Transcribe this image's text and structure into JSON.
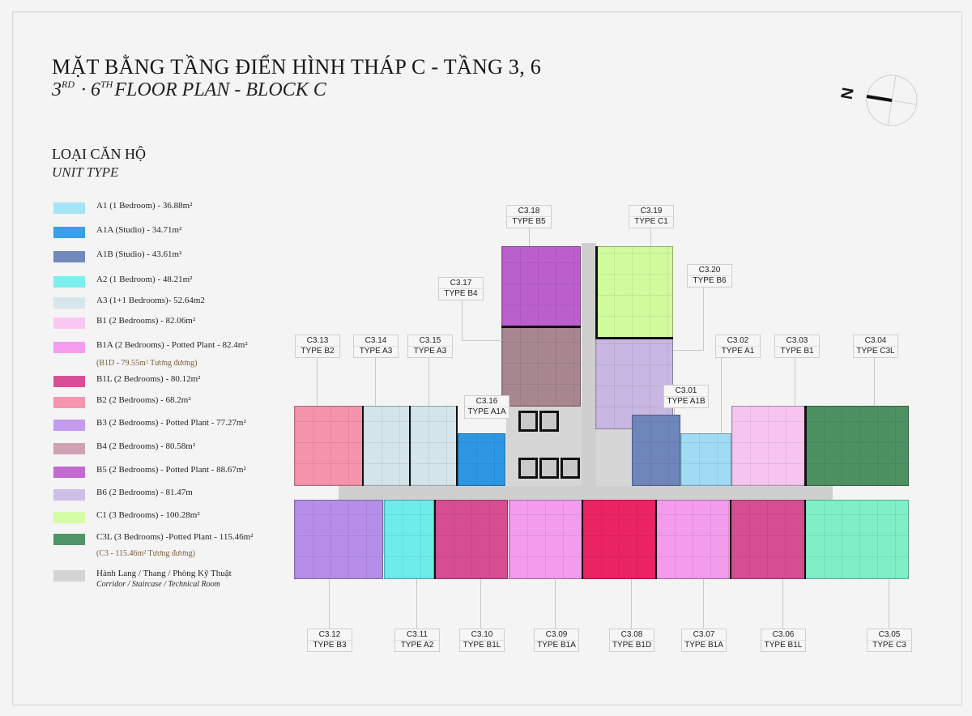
{
  "title": {
    "vi": "MẶT BẰNG TẦNG ĐIỂN HÌNH THÁP C - TẦNG 3, 6",
    "en_prefix_1": "3",
    "en_sup_1": "RD",
    "en_sep": " · ",
    "en_prefix_2": "6",
    "en_sup_2": "TH",
    "en_rest": "FLOOR PLAN - BLOCK C"
  },
  "legend": {
    "heading_vi": "LOẠI CĂN HỘ",
    "heading_en": "UNIT TYPE",
    "items": [
      {
        "code": "A1",
        "label": "A1 (1 Bedroom) - 36.88m²",
        "color": "#a6e4f6"
      },
      {
        "code": "A1A",
        "label": "A1A (Studio) - 34.71m²",
        "color": "#3a9fe6"
      },
      {
        "code": "A1B",
        "label": "A1B (Studio) - 43.61m²",
        "color": "#7289bb"
      },
      {
        "code": "A2",
        "label": "A2 (1 Bedroom) - 48.21m²",
        "color": "#7cefee"
      },
      {
        "code": "A3",
        "label": "A3 (1+1 Bedrooms)- 52.64m2",
        "color": "#d6e6ec"
      },
      {
        "code": "B1",
        "label": "B1 (2 Bedrooms) - 82.06m²",
        "color": "#f9c8f2"
      },
      {
        "code": "B1A",
        "label": "B1A (2 Bedrooms) - Potted Plant - 82.4m²",
        "color": "#f59cef",
        "note": "(B1D - 79.55m² Tương đương)"
      },
      {
        "code": "B1L",
        "label": "B1L (2 Bedrooms) - 80.12m²",
        "color": "#d84f98"
      },
      {
        "code": "B2",
        "label": "B2 (2 Bedrooms) - 68.2m²",
        "color": "#f595b0"
      },
      {
        "code": "B3",
        "label": "B3 (2 Bedrooms) - Potted Plant - 77.27m²",
        "color": "#c49cef"
      },
      {
        "code": "B4",
        "label": "B4 (2 Bedrooms) - 80.58m²",
        "color": "#cfa3b4"
      },
      {
        "code": "B5",
        "label": "B5 (2 Bedrooms) - Potted Plant - 88.67m²",
        "color": "#c36ad0"
      },
      {
        "code": "B6",
        "label": "B6 (2 Bedrooms) - 81.47m",
        "color": "#cdbfe6"
      },
      {
        "code": "C1",
        "label": "C1 (3 Bedrooms) - 100.28m²",
        "color": "#d5fca6"
      },
      {
        "code": "C3L",
        "label": "C3L (3 Bedrooms) -Potted Plant - 115.46m²",
        "color": "#4f9466",
        "note": "(C3 - 115.46m² Tương đương)"
      },
      {
        "code": "CORR",
        "label": "Hành Lang / Thang / Phòng Kỹ Thuật",
        "label_en": "Corridor / Staircase / Technical Room",
        "color": "#d4d4d4"
      }
    ]
  },
  "compass": {
    "label": "N"
  },
  "units": [
    {
      "id": "C3.01",
      "type": "TYPE A1B",
      "color": "#6f86ba"
    },
    {
      "id": "C3.02",
      "type": "TYPE A1",
      "color": "#9fdcf4"
    },
    {
      "id": "C3.03",
      "type": "TYPE B1",
      "color": "#f6c4ef"
    },
    {
      "id": "C3.04",
      "type": "TYPE C3L",
      "color": "#4d9163"
    },
    {
      "id": "C3.05",
      "type": "TYPE C3",
      "color": "#7ff0c6"
    },
    {
      "id": "C3.06",
      "type": "TYPE B1L",
      "color": "#d64d93"
    },
    {
      "id": "C3.07",
      "type": "TYPE B1A",
      "color": "#f39bec"
    },
    {
      "id": "C3.08",
      "type": "TYPE B1D",
      "color": "#ea2464"
    },
    {
      "id": "C3.09",
      "type": "TYPE B1A",
      "color": "#f39bec"
    },
    {
      "id": "C3.10",
      "type": "TYPE B1L",
      "color": "#d64d93"
    },
    {
      "id": "C3.11",
      "type": "TYPE A2",
      "color": "#6eecec"
    },
    {
      "id": "C3.12",
      "type": "TYPE B3",
      "color": "#b68ee9"
    },
    {
      "id": "C3.13",
      "type": "TYPE B2",
      "color": "#f493ab"
    },
    {
      "id": "C3.14",
      "type": "TYPE A3",
      "color": "#d3e5ea"
    },
    {
      "id": "C3.15",
      "type": "TYPE A3",
      "color": "#d3e5ea"
    },
    {
      "id": "C3.16",
      "type": "TYPE A1A",
      "color": "#2d97e3"
    },
    {
      "id": "C3.17",
      "type": "TYPE B4",
      "color": "#a7868f"
    },
    {
      "id": "C3.18",
      "type": "TYPE B5",
      "color": "#bb5fcc"
    },
    {
      "id": "C3.19",
      "type": "TYPE C1",
      "color": "#cffb9c"
    },
    {
      "id": "C3.20",
      "type": "TYPE B6",
      "color": "#c8b7e2"
    }
  ]
}
